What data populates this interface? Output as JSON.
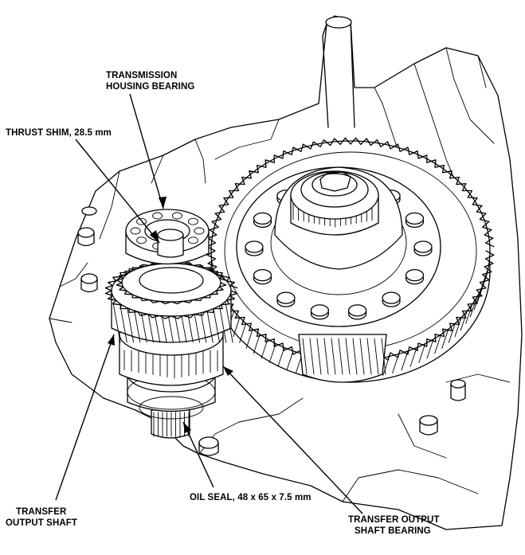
{
  "diagram": {
    "labels": {
      "transmission_housing_bearing": [
        "TRANSMISSION",
        "HOUSING BEARING"
      ],
      "thrust_shim": "THRUST SHIM, 28.5 mm",
      "oil_seal": "OIL SEAL, 48 x 65 x 7.5 mm",
      "transfer_output_shaft": [
        "TRANSFER",
        "OUTPUT SHAFT"
      ],
      "transfer_output_shaft_bearing": [
        "TRANSFER OUTPUT",
        "SHAFT BEARING"
      ]
    },
    "icons": [
      "transmission-housing",
      "ring-gear",
      "differential-bearing",
      "transfer-output-shaft",
      "bearing",
      "oil-seal"
    ]
  }
}
